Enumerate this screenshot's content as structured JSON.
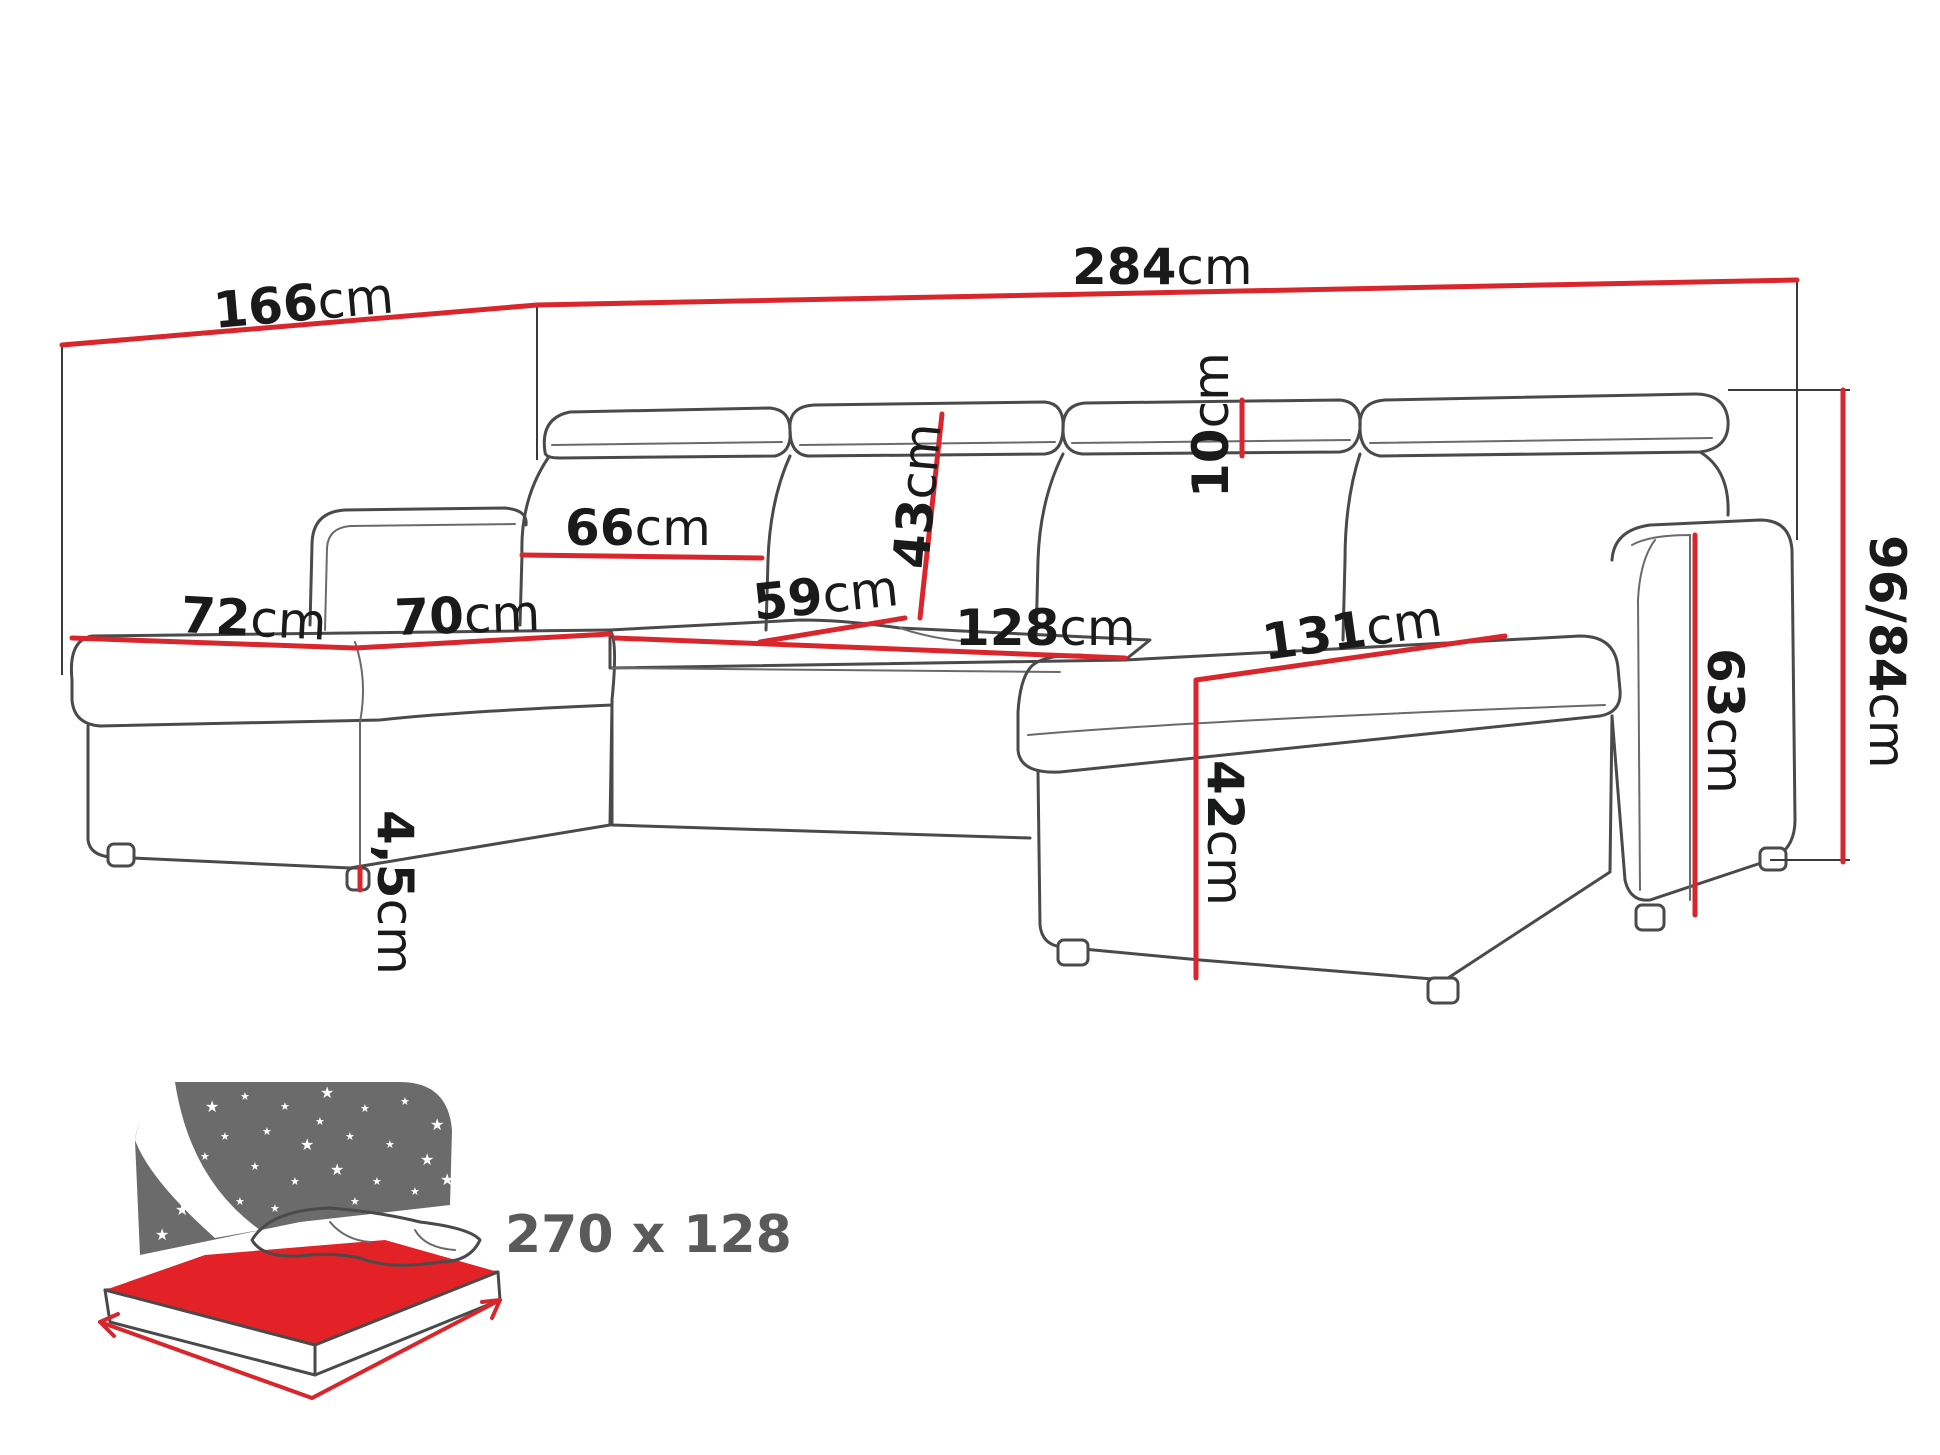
{
  "colors": {
    "dimension_line": "#d9262c",
    "outline": "#4a4a4a",
    "night_panel": "#6b6b6b",
    "mattress_top": "#e32227"
  },
  "unit": "cm",
  "dimensions": {
    "total_width": "284",
    "depth": "166",
    "height": "96/84",
    "armrest_height": "63",
    "seat_height": "42",
    "leg_height": "4,5",
    "headrest_height": "10",
    "backrest_height": "43",
    "backrest_width": "66",
    "seat_depth_middle": "59",
    "middle_seat_width": "128",
    "right_chaise_width": "131",
    "left_chaise_width": "72",
    "left_chaise_depth": "70"
  },
  "bed": {
    "size_label": "270 x 128",
    "icons": [
      "night-sky-icon",
      "pillow-icon",
      "mattress-icon"
    ]
  }
}
